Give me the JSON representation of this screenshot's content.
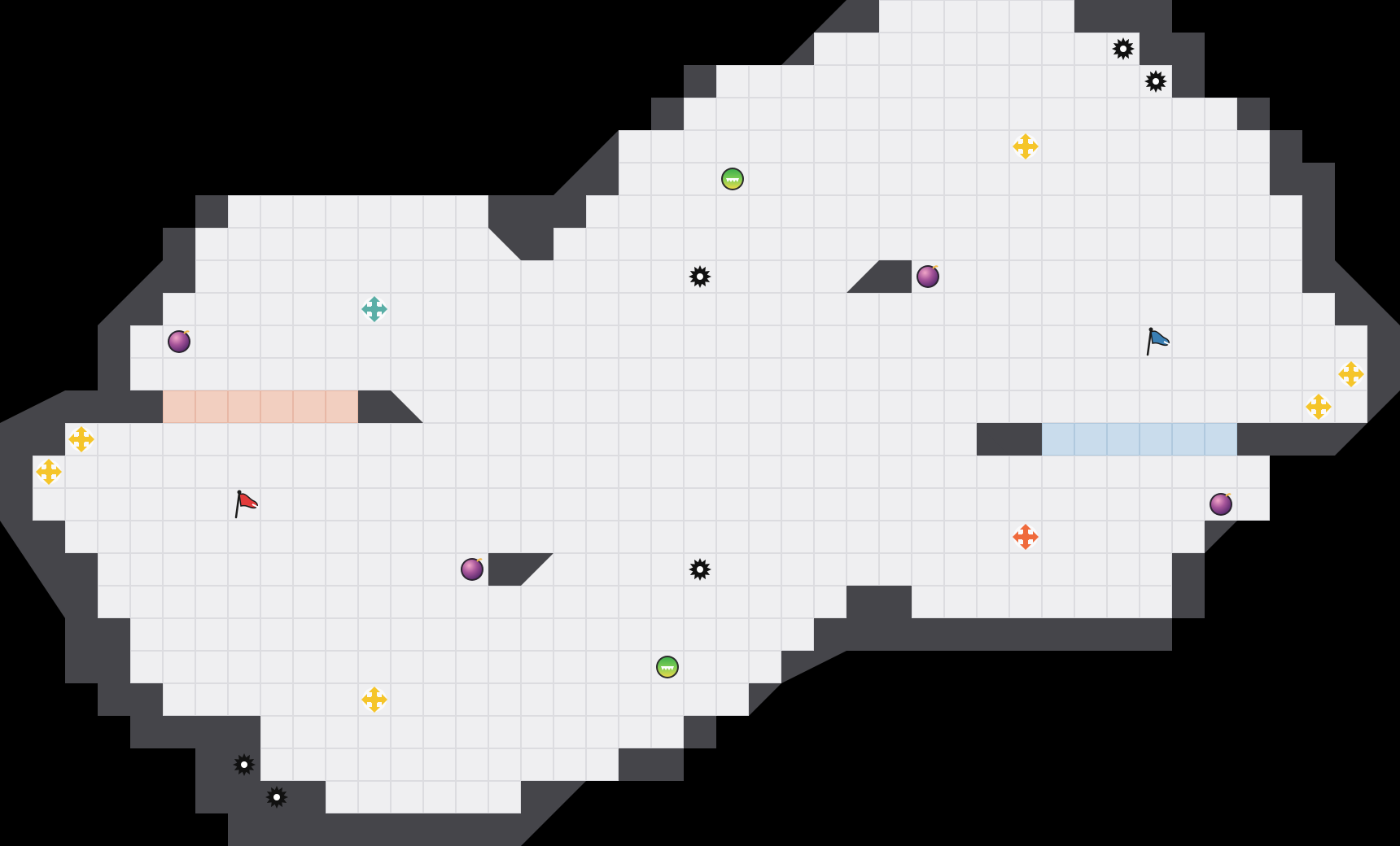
{
  "map": {
    "cols": 43,
    "rows": 26,
    "floor_color": "#efeff1",
    "grid_color": "#dcdce0",
    "wall_color": "#45454a",
    "void_color": "#000000"
  },
  "teams": {
    "red": {
      "name": "red",
      "tile_color": "#f2cfc0",
      "flag_color": "#e23b3b"
    },
    "blue": {
      "name": "blue",
      "tile_color": "#c9dcec",
      "flag_color": "#3a7fb4"
    }
  },
  "icons": {
    "spike": "spike-icon",
    "bomb": "bomb-icon",
    "boost": "boost-icon",
    "powerup": "powerup-icon",
    "flag": "flag-icon"
  },
  "boost_colors": {
    "neutral": "#f5c52a",
    "red": "#ef6a3c",
    "blue": "#5aaea6"
  },
  "spikes": [
    [
      34,
      1
    ],
    [
      35,
      2
    ],
    [
      21,
      8
    ],
    [
      21,
      17
    ],
    [
      7,
      23
    ],
    [
      8,
      24
    ]
  ],
  "bombs": [
    [
      5,
      10
    ],
    [
      28,
      8
    ],
    [
      14,
      17
    ],
    [
      37,
      15
    ]
  ],
  "powerups": [
    [
      22,
      5
    ],
    [
      20,
      20
    ]
  ],
  "boosts": [
    {
      "c": 31,
      "r": 4,
      "team": "neutral"
    },
    {
      "c": 11,
      "r": 9,
      "team": "blue"
    },
    {
      "c": 41,
      "r": 11,
      "team": "neutral"
    },
    {
      "c": 40,
      "r": 12,
      "team": "neutral"
    },
    {
      "c": 2,
      "r": 13,
      "team": "neutral"
    },
    {
      "c": 1,
      "r": 14,
      "team": "neutral"
    },
    {
      "c": 31,
      "r": 16,
      "team": "red"
    },
    {
      "c": 11,
      "r": 21,
      "team": "neutral"
    }
  ],
  "flags": [
    {
      "c": 7,
      "r": 15,
      "team": "red"
    },
    {
      "c": 35,
      "r": 10,
      "team": "blue"
    }
  ]
}
